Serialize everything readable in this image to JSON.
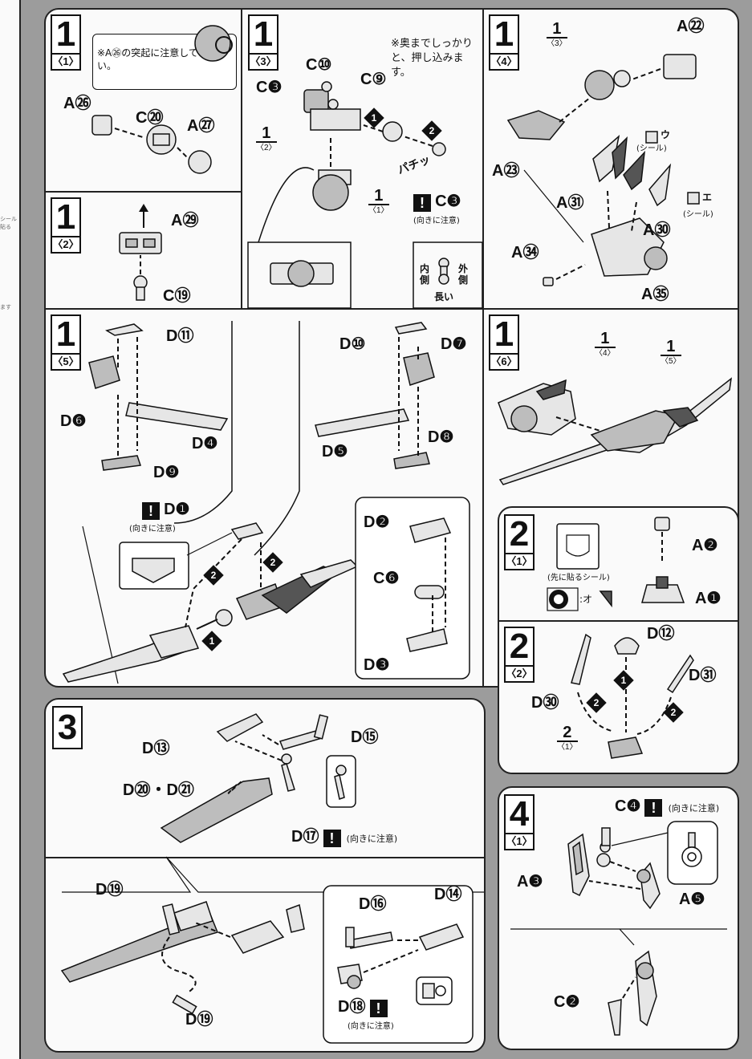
{
  "edge_strip": {
    "text_1": "シール",
    "text_2": "貼る",
    "text_3": "ます"
  },
  "panel_a": {
    "s1_1": {
      "num": "1",
      "sub": "〈1〉",
      "note": "※A㉖の突起に注意してください。",
      "parts": [
        "A㉖",
        "C⑳",
        "A㉗"
      ]
    },
    "s1_2": {
      "num": "1",
      "sub": "〈2〉",
      "parts": [
        "A㉙",
        "C⑲"
      ]
    },
    "s1_3": {
      "num": "1",
      "sub": "〈3〉",
      "note": "※奥までしっかりと、押し込みます。",
      "parts": [
        "C⑩",
        "C❸",
        "C⑨",
        "C❸"
      ],
      "refs": [
        {
          "n": "1",
          "s": "〈2〉"
        },
        {
          "n": "1",
          "s": "〈1〉"
        }
      ],
      "click": "パチッ",
      "caution": "(向きに注意)",
      "inner": "内側",
      "outer": "外側",
      "long": "長い"
    },
    "s1_4": {
      "num": "1",
      "sub": "〈4〉",
      "parts": [
        "A㉒",
        "A㉓",
        "A㉛",
        "A㉚",
        "A㉞",
        "A㉟"
      ],
      "refs": [
        {
          "n": "1",
          "s": "〈3〉"
        }
      ],
      "seal_u": "ウ",
      "seal_e": "エ",
      "seal": "(シール)"
    },
    "s1_5": {
      "num": "1",
      "sub": "〈5〉",
      "parts": [
        "D⑪",
        "D❻",
        "D❹",
        "D❾",
        "D⑩",
        "D❼",
        "D❺",
        "D❽",
        "D❶",
        "D❷",
        "C❻",
        "D❸"
      ],
      "caution": "(向きに注意)"
    },
    "s1_6": {
      "num": "1",
      "sub": "〈6〉",
      "refs": [
        {
          "n": "1",
          "s": "〈4〉"
        },
        {
          "n": "1",
          "s": "〈5〉"
        }
      ]
    }
  },
  "panel_b": {
    "s2_1": {
      "num": "2",
      "sub": "〈1〉",
      "parts": [
        "A❷",
        "A❶"
      ],
      "seal_note": "(先に貼るシール)",
      "seal_key": ":オ"
    },
    "s2_2": {
      "num": "2",
      "sub": "〈2〉",
      "parts": [
        "D⑫",
        "D㉛",
        "D㉚"
      ],
      "refs": [
        {
          "n": "2",
          "s": "〈1〉"
        }
      ]
    }
  },
  "panel_c": {
    "s3": {
      "num": "3",
      "parts": [
        "D⑬",
        "D⑮",
        "D⑳・D㉑",
        "D⑰",
        "D⑲",
        "D⑯",
        "D⑭",
        "D⑱",
        "D⑲"
      ],
      "caution": "(向きに注意)"
    }
  },
  "panel_d": {
    "s4_1": {
      "num": "4",
      "sub": "〈1〉",
      "parts": [
        "C❹",
        "A❸",
        "A❺",
        "C❷"
      ],
      "caution": "(向きに注意)"
    }
  },
  "seq": {
    "one": "1",
    "two": "2"
  },
  "colors": {
    "background": "#9c9c9c",
    "paper": "#fafafa",
    "ink": "#111111"
  }
}
